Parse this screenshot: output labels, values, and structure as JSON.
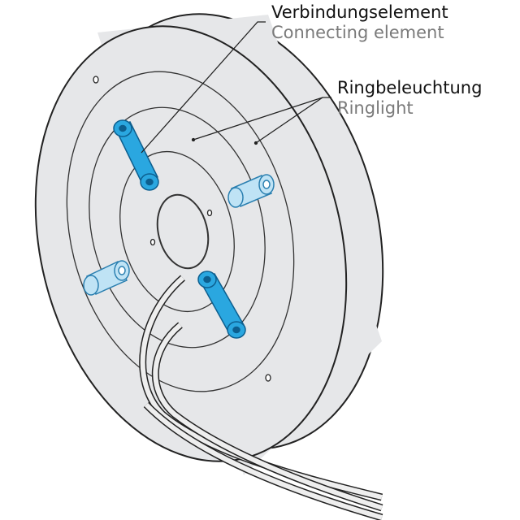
{
  "labels": {
    "connecting": {
      "de": "Verbindungselement",
      "en": "Connecting element"
    },
    "ringlight": {
      "de": "Ringbeleuchtung",
      "en": "Ringlight"
    }
  },
  "colors": {
    "connector": "#2aa7e0",
    "cylinder": "#bfe3f5",
    "disk": "#e6e7e9",
    "line": "#222222"
  }
}
